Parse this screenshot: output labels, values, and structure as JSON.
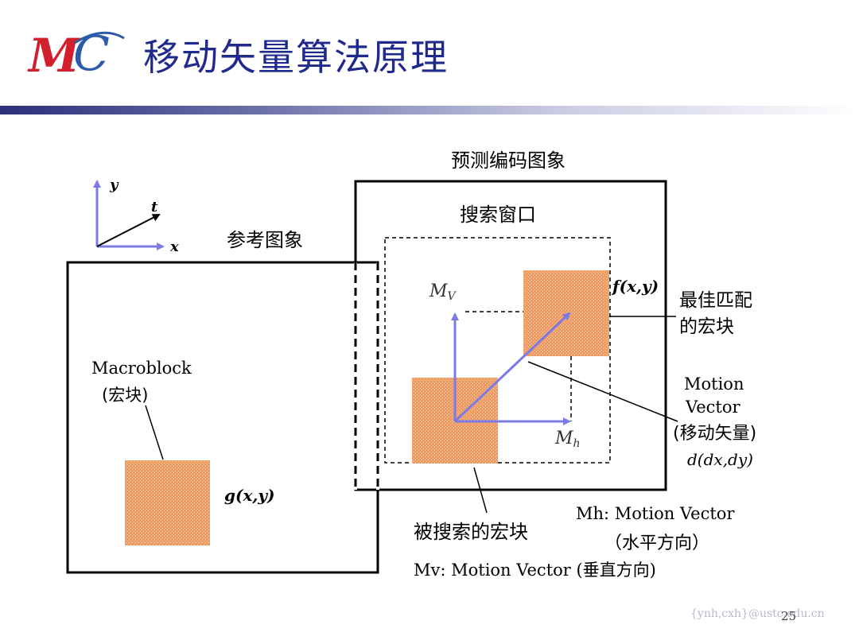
{
  "slide": {
    "logo_text": "MC",
    "title": "移动矢量算法原理",
    "footer": "{ynh,cxh}@ustc.edu.cn",
    "page_number": "25"
  },
  "diagram": {
    "axes": {
      "y": "y",
      "t": "t",
      "x": "x"
    },
    "ref_image_label": "参考图象",
    "pred_image_label": "预测编码图象",
    "search_window_label": "搜索窗口",
    "macroblock_label_1": "Macroblock",
    "macroblock_label_2": "(宏块)",
    "g_label": "g(x,y)",
    "f_label": "f(x,y)",
    "mv_label": "M",
    "mv_sub": "V",
    "mh_label": "M",
    "mh_sub": "h",
    "best_match_1": "最佳匹配",
    "best_match_2": "的宏块",
    "motion_vector_1": "Motion",
    "motion_vector_2": "Vector",
    "motion_vector_3": "(移动矢量)",
    "d_label": "d(dx,dy)",
    "searched_block": "被搜索的宏块",
    "mh_note_1": "Mh: Motion Vector",
    "mh_note_2": "（水平方向）",
    "mv_note": "Mv: Motion Vector (垂直方向)"
  },
  "colors": {
    "block_fill": "#f39a5e",
    "arrow_blue": "#7b7be6",
    "title_blue": "#1f2a8c",
    "logo_red": "#d21f2c",
    "logo_blue": "#2a5caa"
  }
}
